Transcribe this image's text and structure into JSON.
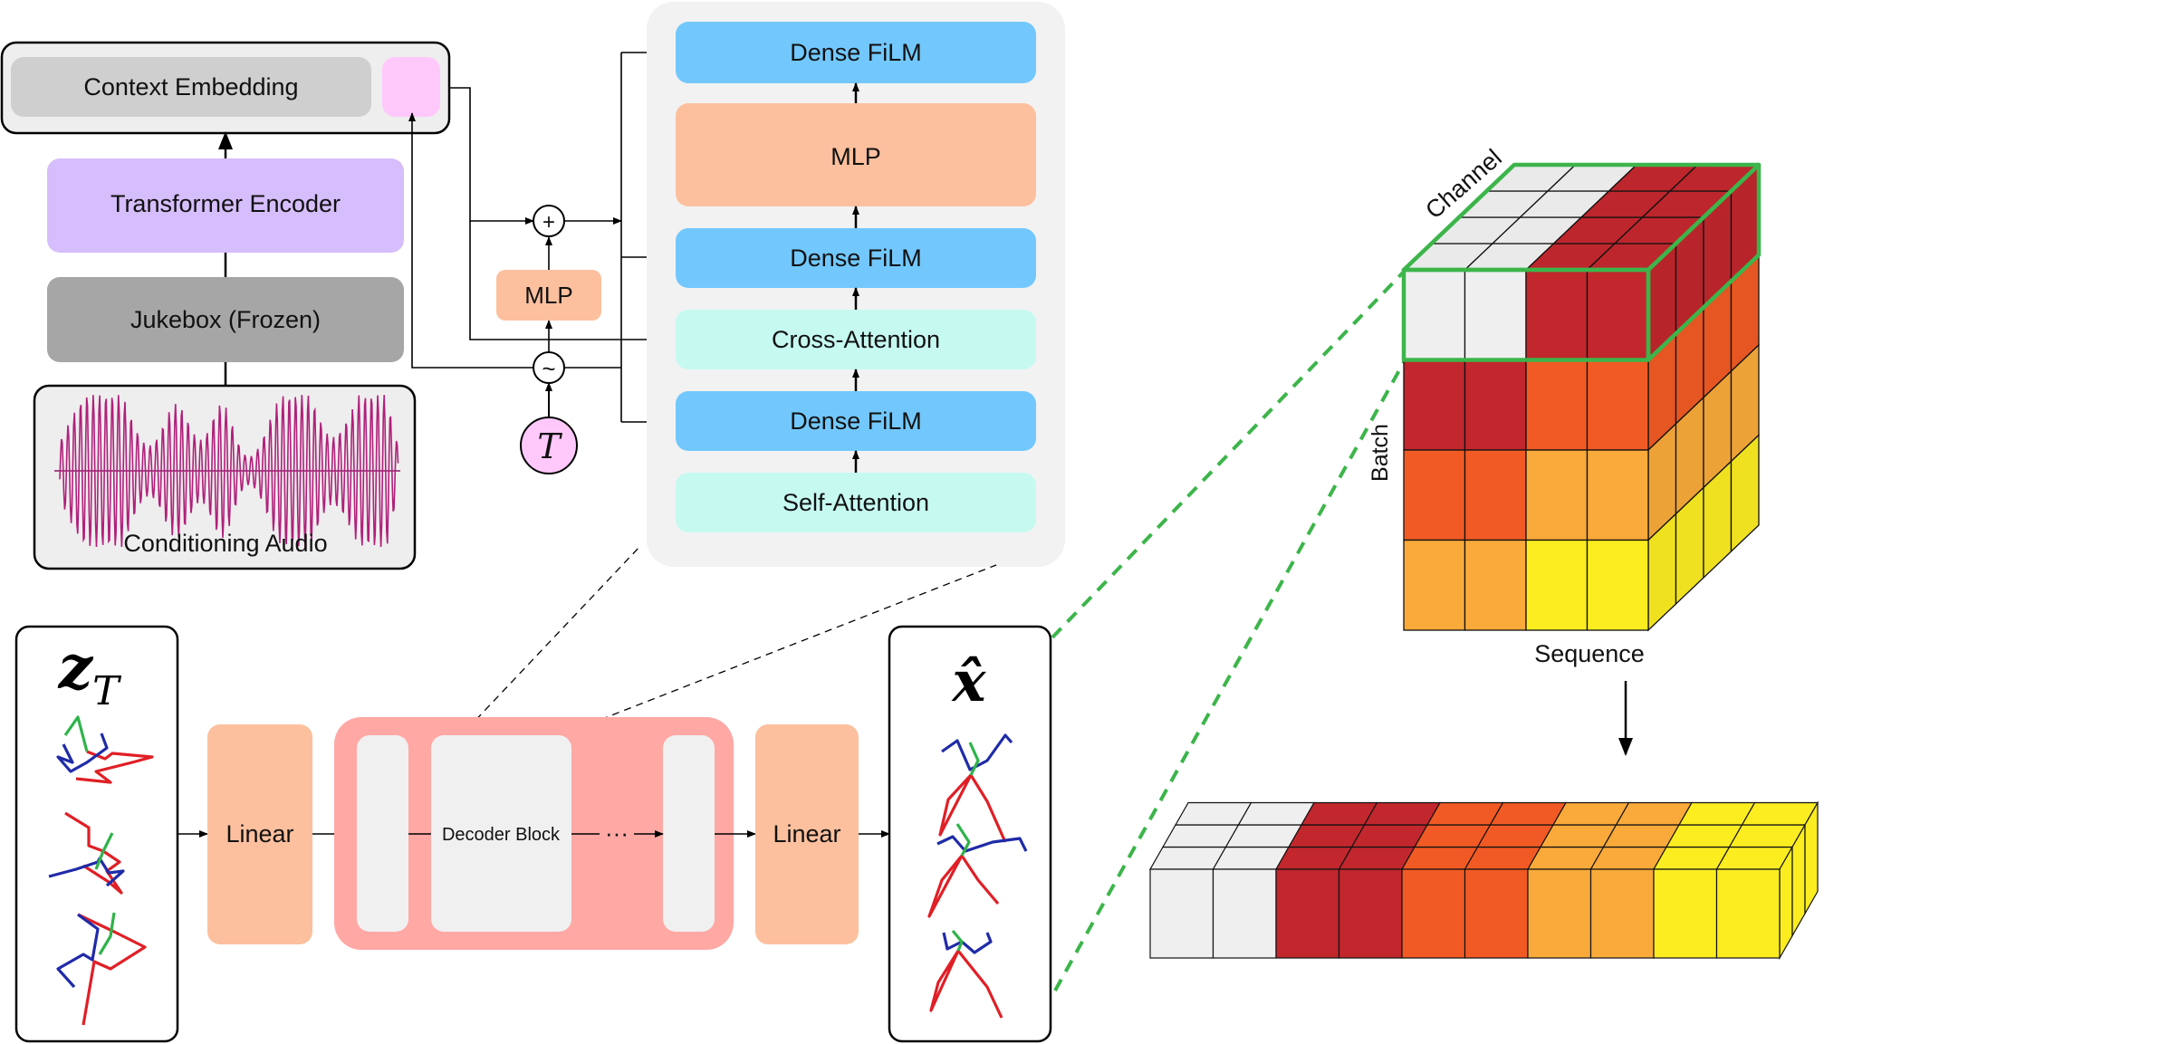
{
  "encoder": {
    "context_embedding": "Context Embedding",
    "transformer_encoder": "Transformer Encoder",
    "jukebox": "Jukebox (Frozen)",
    "conditioning_audio": "Conditioning Audio"
  },
  "timestep": {
    "mlp": "MLP",
    "symbol": "T",
    "plus": "+",
    "tilde": "~"
  },
  "decoder_block": {
    "layers": [
      "Dense FiLM",
      "MLP",
      "Dense FiLM",
      "Cross-Attention",
      "Dense FiLM",
      "Self-Attention"
    ]
  },
  "pipeline": {
    "input_label": "z",
    "input_subscript": "T",
    "linear_in": "Linear",
    "decoder_block": "Decoder Block",
    "ellipsis": "···",
    "linear_out": "Linear",
    "output_label": "x̂"
  },
  "tensor": {
    "channel": "Channel",
    "batch": "Batch",
    "sequence": "Sequence"
  },
  "colors": {
    "white_row": "#efefef",
    "dark_red": "#c1272d",
    "orange": "#f15a24",
    "light_orange": "#f9aa3a",
    "yellow": "#fced21",
    "blue_block": "#72c8fc",
    "mlp_block": "#fcc09e",
    "cyan_block": "#c6faf1",
    "purple_block": "#d6bdfc",
    "pink": "#ffc8fb",
    "green_highlight": "#3cb54a"
  }
}
